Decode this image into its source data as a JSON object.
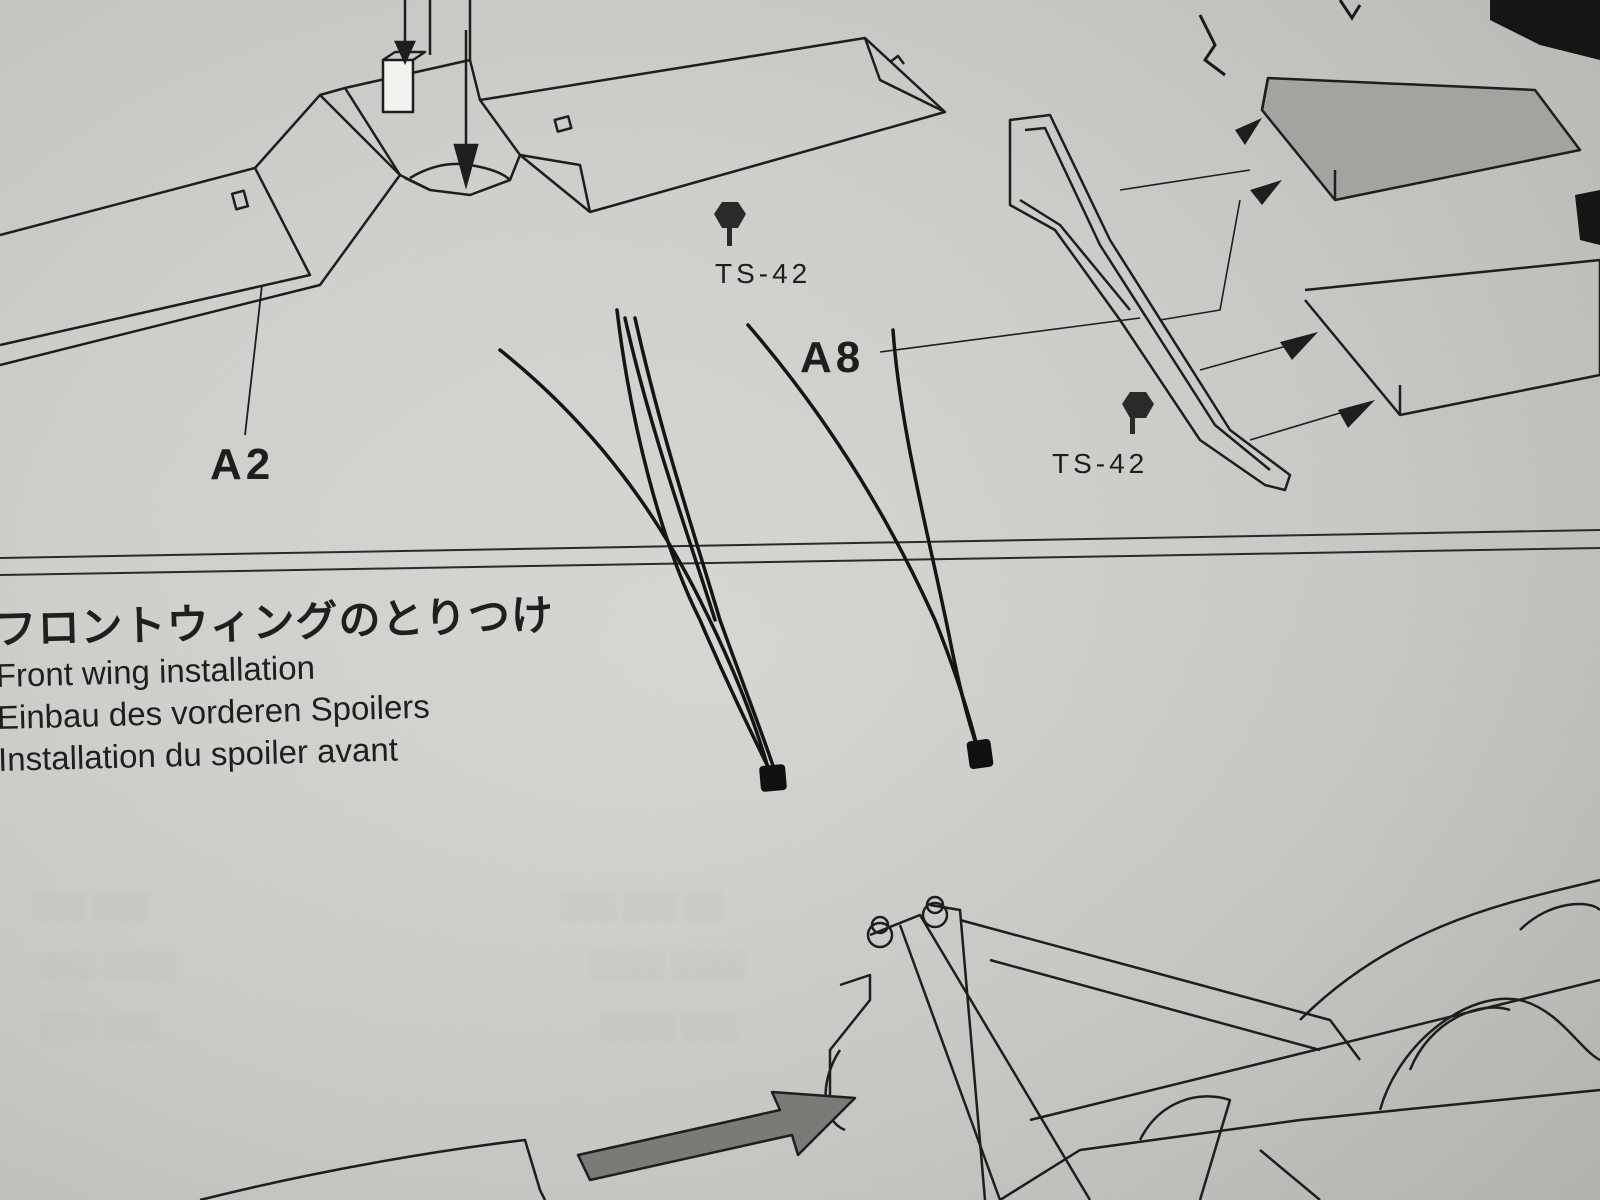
{
  "labels": {
    "a2": "A2",
    "a8": "A8",
    "ts42_left": "TS-42",
    "ts42_right": "TS-42"
  },
  "heading": {
    "japanese": "フロントウィングのとりつけ",
    "english": "Front wing installation",
    "german": "Einbau des vorderen Spoilers",
    "french": "Installation du spoiler avant"
  },
  "colors": {
    "paper": "#d6d6d2",
    "ink": "#1e1e1e",
    "wire": "#141414",
    "shaded_part": "#9a9a96",
    "arrow_fill": "#7a7a76"
  }
}
